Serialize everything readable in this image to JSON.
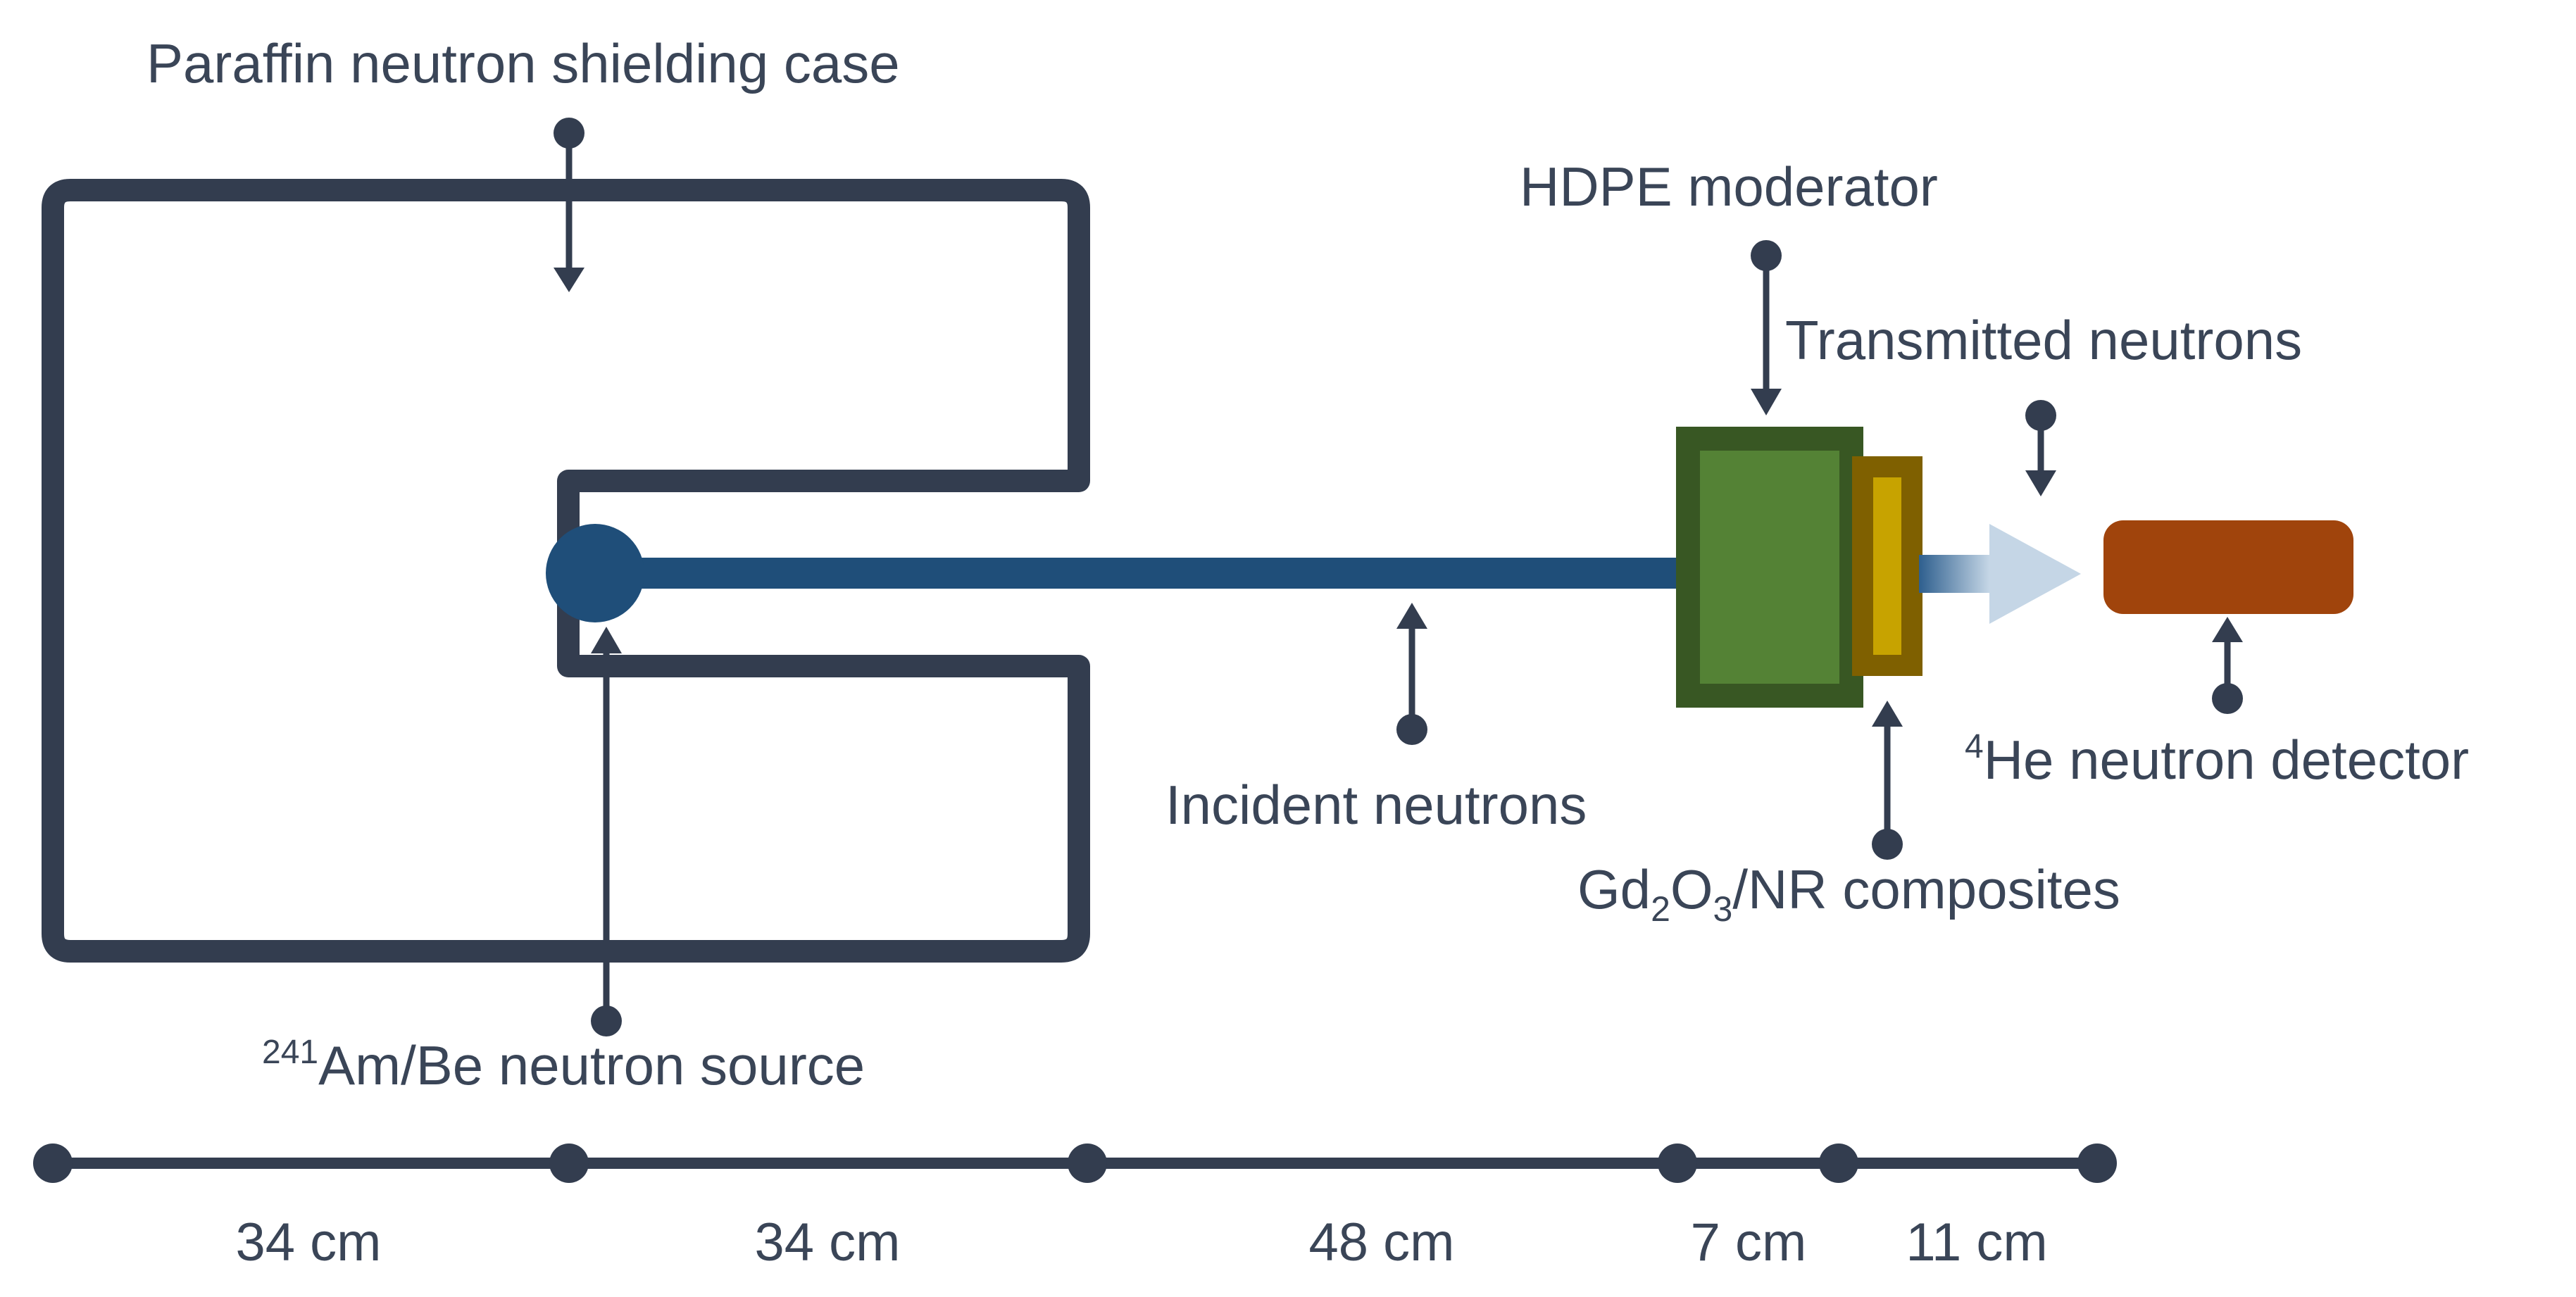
{
  "labels": {
    "shielding_case": "Paraffin neutron shielding case",
    "hdpe_moderator": "HDPE moderator",
    "transmitted": "Transmitted neutrons",
    "incident": "Incident neutrons",
    "detector_sup": "4",
    "detector": "He neutron detector",
    "composite_a": "Gd",
    "composite_sub1": "2",
    "composite_b": "O",
    "composite_sub2": "3",
    "composite_c": "/NR composites",
    "source_sup": "241",
    "source": "Am/Be neutron source"
  },
  "distances": [
    "34 cm",
    "34 cm",
    "48 cm",
    "7 cm",
    "11 cm"
  ],
  "colors": {
    "outline": "#333d4f",
    "beam": "#1f4e79",
    "hdpe_fill": "#548235",
    "hdpe_border": "#385723",
    "composite_fill": "#c7a300",
    "composite_border": "#7f6000",
    "detector_fill": "#a0440c"
  }
}
